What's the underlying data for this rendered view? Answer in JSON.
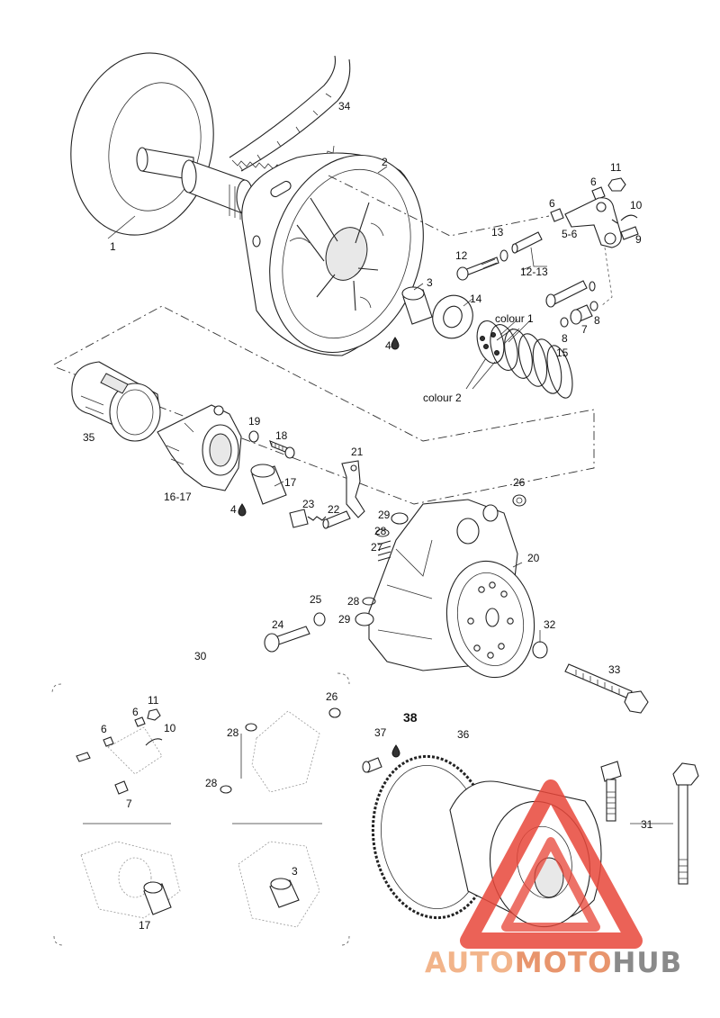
{
  "diagram": {
    "labels": {
      "p1": "1",
      "p2": "2",
      "p3": "3",
      "p4a": "4",
      "p4b": "4",
      "p5_6": "5-6",
      "p6a": "6",
      "p6b": "6",
      "p7": "7",
      "p8a": "8",
      "p8b": "8",
      "p9": "9",
      "p10": "10",
      "p11": "11",
      "p12": "12",
      "p12_13": "12-13",
      "p13": "13",
      "p14": "14",
      "p15": "15",
      "colour1": "colour 1",
      "colour2": "colour 2",
      "p16_17": "16-17",
      "p17": "17",
      "p18": "18",
      "p19": "19",
      "p20": "20",
      "p21": "21",
      "p22": "22",
      "p23": "23",
      "p24": "24",
      "p25": "25",
      "p26": "26",
      "p27": "27",
      "p28a": "28",
      "p28b": "28",
      "p29a": "29",
      "p29b": "29",
      "p30": "30",
      "p31": "31",
      "p32": "32",
      "p33": "33",
      "p34": "34",
      "p35": "35",
      "p36": "36",
      "p37": "37",
      "p38": "38",
      "inset_p6a": "6",
      "inset_p6b": "6",
      "inset_p7": "7",
      "inset_p10": "10",
      "inset_p11": "11",
      "inset_p26": "26",
      "inset_p28a": "28",
      "inset_p28b": "28",
      "inset_p17": "17",
      "inset_p3": "3"
    }
  },
  "watermark": {
    "part1": "AUTO",
    "part2": "MOTO",
    "part3": "HUB",
    "color1": "#f2b48a",
    "color2": "#e8956d",
    "color3": "#8a8a8a",
    "triangle_color": "#e8473a"
  }
}
